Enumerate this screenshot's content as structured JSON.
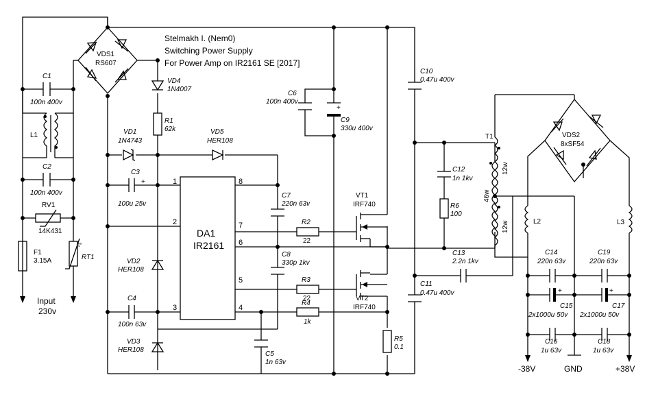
{
  "title_lines": [
    "Stelmakh I. (Nem0)",
    "Switching Power Supply",
    "For Power Amp on IR2161 SE [2017]"
  ],
  "ic": {
    "ref": "DA1",
    "part": "IR2161",
    "pins": [
      "1",
      "2",
      "3",
      "4",
      "5",
      "6",
      "7",
      "8"
    ]
  },
  "components": {
    "vds1": [
      "VDS1",
      "RS607"
    ],
    "c1": [
      "C1",
      "100n 400v"
    ],
    "l1": [
      "L1"
    ],
    "c2": [
      "C2",
      "100n 400v"
    ],
    "rv1": [
      "RV1",
      "14K431"
    ],
    "f1": [
      "F1",
      "3.15A"
    ],
    "rt1": [
      "RT1"
    ],
    "input": [
      "Input",
      "230v"
    ],
    "vd4": [
      "VD4",
      "1N4007"
    ],
    "r1": [
      "R1",
      "62k"
    ],
    "vd1": [
      "VD1",
      "1N4743"
    ],
    "vd5": [
      "VD5",
      "HER108"
    ],
    "c3": [
      "C3",
      "100u 25v"
    ],
    "vd2": [
      "VD2",
      "HER108"
    ],
    "c4": [
      "C4",
      "100n 63v"
    ],
    "vd3": [
      "VD3",
      "HER108"
    ],
    "c6": [
      "C6",
      "100n 400v"
    ],
    "c9": [
      "C9",
      "330u 400v"
    ],
    "c7": [
      "C7",
      "220n 63v"
    ],
    "c8": [
      "C8",
      "330p 1kv"
    ],
    "c5": [
      "C5",
      "1n 63v"
    ],
    "r2": [
      "R2",
      "22"
    ],
    "r3": [
      "R3",
      "22"
    ],
    "r4": [
      "R4",
      "1k"
    ],
    "vt1": [
      "VT1",
      "IRF740"
    ],
    "vt2": [
      "VT2",
      "IRF740"
    ],
    "r5": [
      "R5",
      "0.1"
    ],
    "c10": [
      "C10",
      "0.47u 400v"
    ],
    "c11": [
      "C11",
      "0.47u 400v"
    ],
    "c12": [
      "C12",
      "1n 1kv"
    ],
    "r6": [
      "R6",
      "100"
    ],
    "c13": [
      "C13",
      "2.2n 1kv"
    ],
    "t1": [
      "T1",
      "46w",
      "12w",
      "12w"
    ],
    "vds2": [
      "VDS2",
      "8xSF54"
    ],
    "l2": [
      "L2"
    ],
    "l3": [
      "L3"
    ],
    "c14": [
      "C14",
      "220n 63v"
    ],
    "c19": [
      "C19",
      "220n 63v"
    ],
    "c15": [
      "C15",
      "2x1000u 50v"
    ],
    "c17": [
      "C17",
      "2x1000u 50v"
    ],
    "c16": [
      "C16",
      "1u 63v"
    ],
    "c18": [
      "C18",
      "1u 63v"
    ]
  },
  "outputs": {
    "neg": "-38V",
    "gnd": "GND",
    "pos": "+38V"
  },
  "symbols": {
    "plus": "+",
    "tc": "t°"
  }
}
